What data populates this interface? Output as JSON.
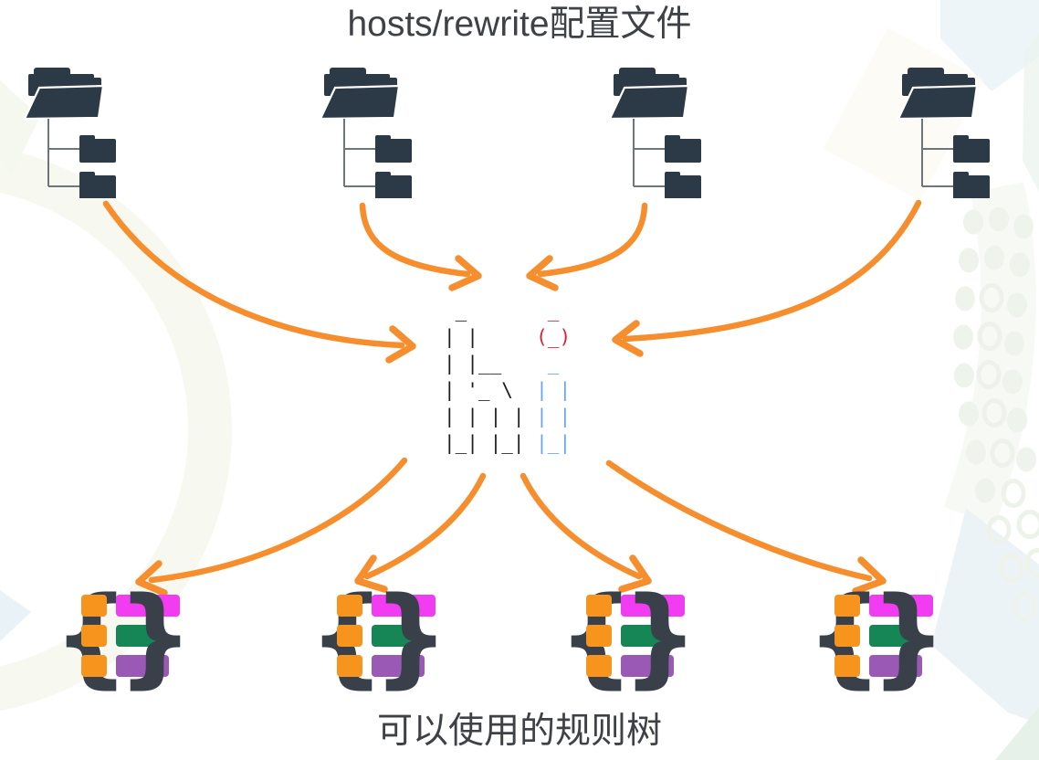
{
  "title": "hosts/rewrite配置文件",
  "caption": "可以使用的规则树",
  "colors": {
    "orange": "#F7941E",
    "arrow": "#F78E2E",
    "magenta": "#F13CF1",
    "green": "#178657",
    "purple": "#9B59B6",
    "dark": "#2B3A46",
    "brace": "#394049",
    "red": "#DB2038",
    "blue": "#6AA5E9",
    "ink": "#1C1C1C",
    "text": "#3E4145",
    "connector": "#6E757B",
    "bg_blue": "#EDF5F8",
    "bg_green": "#EEF4EC",
    "bg_mint": "#E7F2EB",
    "bg_cream": "#F5F8EF",
    "bg_band": "#ECF3F6"
  },
  "sources": {
    "count": 4,
    "icon": "folder-tree-icon"
  },
  "logo": {
    "icon": "ascii-art-hi-logo",
    "rows": [
      {
        "segs": [
          {
            "t": " _       ",
            "c": "ink"
          },
          {
            "t": "_",
            "c": "red"
          }
        ]
      },
      {
        "segs": [
          {
            "t": "| |     ",
            "c": "ink"
          },
          {
            "t": "(_)",
            "c": "red"
          }
        ]
      },
      {
        "segs": [
          {
            "t": "| |__    ",
            "c": "ink"
          },
          {
            "t": "_",
            "c": "blue"
          }
        ]
      },
      {
        "segs": [
          {
            "t": "| '_ \\  ",
            "c": "ink"
          },
          {
            "t": "| |",
            "c": "blue"
          }
        ]
      },
      {
        "segs": [
          {
            "t": "| | | | ",
            "c": "ink"
          },
          {
            "t": "| |",
            "c": "blue"
          }
        ]
      },
      {
        "segs": [
          {
            "t": "|_| |_| ",
            "c": "ink"
          },
          {
            "t": "|_|",
            "c": "blue"
          }
        ]
      }
    ]
  },
  "arrows": {
    "icon": "curved-arrow-icon",
    "inbound_count": 4,
    "outbound_count": 4
  },
  "outputs": {
    "count": 4,
    "icon": "rules-json-icon",
    "brace_open": "{",
    "brace_close": "}",
    "rows": [
      {
        "key": "orange",
        "value": "magenta",
        "width": 70
      },
      {
        "key": "orange",
        "value": "green",
        "width": 48
      },
      {
        "key": "orange",
        "value": "purple",
        "width": 58
      }
    ]
  }
}
